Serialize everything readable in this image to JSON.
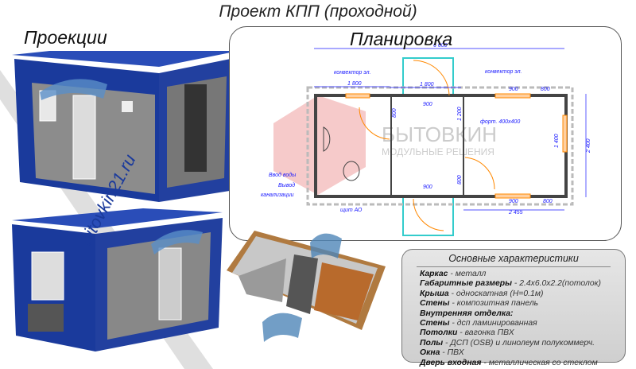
{
  "title": "Проект КПП (проходной)",
  "projections_heading": "Проекции",
  "plan_heading": "Планировка",
  "watermark_url": "bitovkin21.ru",
  "plan_watermark": {
    "line1": "БЫТОВКИН",
    "line2": "МОДУЛЬНЫЕ РЕШЕНИЯ"
  },
  "plan": {
    "dim_total_length": "6 000",
    "dim_width": "2 400",
    "dim_left_room": "1 800",
    "dim_middle_top": "1 800",
    "dim_door_top": "900",
    "dim_window_top_right": "900",
    "dim_wall_top_right": "800",
    "dim_door_bottom": "900",
    "dim_window_bottom_right": "900",
    "dim_wall_bottom_right": "800",
    "dim_right_room": "2 455",
    "dim_right_window": "1 400",
    "dim_partition_upper": "1 200",
    "dim_partition_lower": "800",
    "dim_wc_door": "800",
    "convector_left": "конвектор эл.",
    "convector_right": "конвектор эл.",
    "vent": "форт. 400x400",
    "water_in": "Ввод воды",
    "sewer_out_1": "Вывод",
    "sewer_out_2": "канализации",
    "panel_ao": "щит АО"
  },
  "specs": {
    "heading": "Основные характеристики",
    "rows": [
      {
        "k": "Каркас",
        "v": "металл"
      },
      {
        "k": "Габаритные размеры",
        "v": "2.4x6.0x2.2(потолок)"
      },
      {
        "k": "Крыша",
        "v": "односкатная (H=0.1м)"
      },
      {
        "k": "Стены",
        "v": "композитная панель"
      },
      {
        "k": "Внутренняя отделка:",
        "v": ""
      },
      {
        "k": "Стены",
        "v": "дсп ламинированная"
      },
      {
        "k": "Потолки",
        "v": "вагонка ПВХ"
      },
      {
        "k": "Полы",
        "v": "ДСП (OSB) и линолеум полукоммерч."
      },
      {
        "k": "Окна",
        "v": "ПВХ"
      },
      {
        "k": "Дверь входная",
        "v": "металлическая со стеклом"
      }
    ]
  },
  "colors": {
    "cladding": "#1a3a9c",
    "dims": "#1a1aff",
    "porch": "#33cccc",
    "door_swing": "#ff8800"
  }
}
